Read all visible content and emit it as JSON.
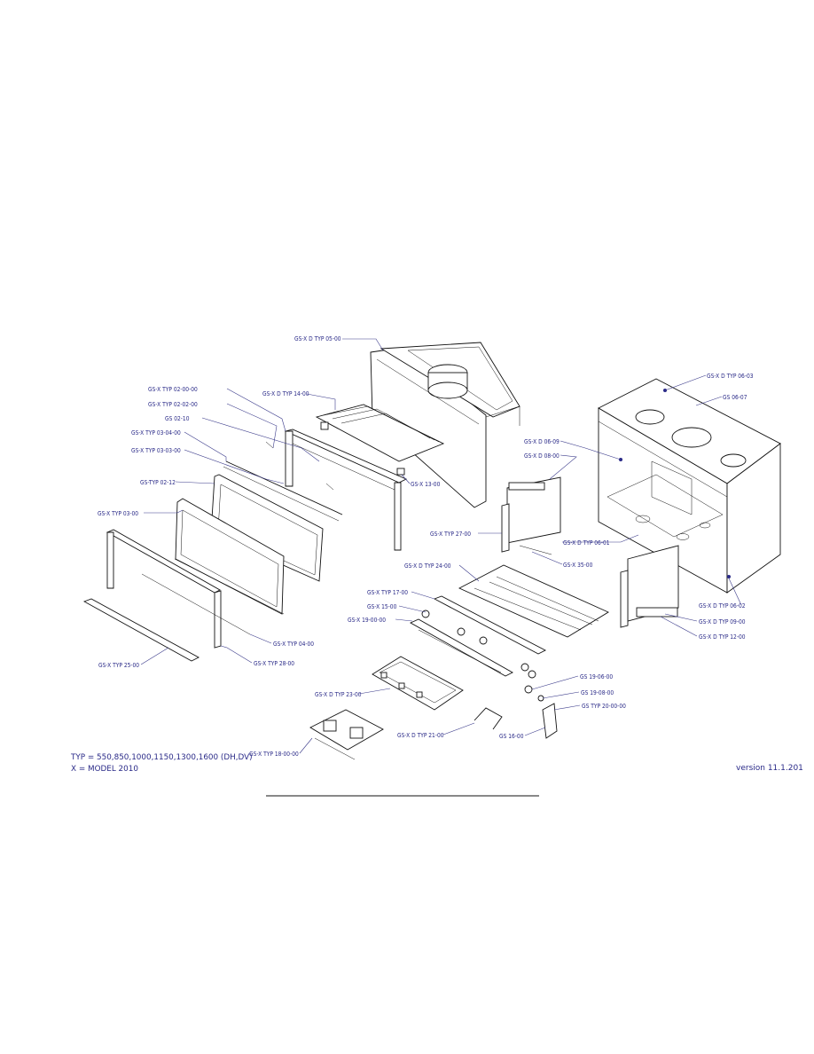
{
  "labels": {
    "l01": "GS-X D TYP 05-00",
    "l02": "GS-X TYP 02-00-00",
    "l03": "GS-X D TYP 14-00",
    "l04": "GS-X TYP 02-02-00",
    "l05": "GS 02-10",
    "l06": "GS-X TYP 03-04-00",
    "l07": "GS-X TYP 03-03-00",
    "l08": "GS-TYP 02-12",
    "l09": "GS-X TYP 03-00",
    "l10": "GS-X 13-00",
    "l11": "GS-X D TYP 06-03",
    "l12": "GS 06-07",
    "l13": "GS-X D 06-09",
    "l14": "GS-X D 08-00",
    "l15": "GS-X TYP 27-00",
    "l16": "GS-X D TYP 06-01",
    "l17": "GS-X 35-00",
    "l18": "GS-X D TYP 24-00",
    "l19": "GS-X TYP 17-00",
    "l20": "GS-X 15-00",
    "l21": "GS-X 19-00-00",
    "l22": "GS-X D TYP 06-02",
    "l23": "GS-X D TYP 09-00",
    "l24": "GS-X D TYP 12-00",
    "l25": "GS-X TYP 04-00",
    "l26": "GS-X TYP 28-00",
    "l27": "GS-X TYP 25-00",
    "l28": "GS 19-06-00",
    "l29": "GS-X D TYP 23-00",
    "l30": "GS 19-08-00",
    "l31": "GS TYP 20-00-00",
    "l32": "GS-X D TYP 21-00",
    "l33": "GS 16-00",
    "l34": "GS-X TYP 18-00-00"
  },
  "notes": {
    "typ": "TYP = 550,850,1000,1150,1300,1600 (DH,DV)",
    "model": "X = MODEL 2010"
  },
  "version": "version 11.1.201",
  "colors": {
    "label_blue": "#2a2a88",
    "line_black": "#111111"
  }
}
